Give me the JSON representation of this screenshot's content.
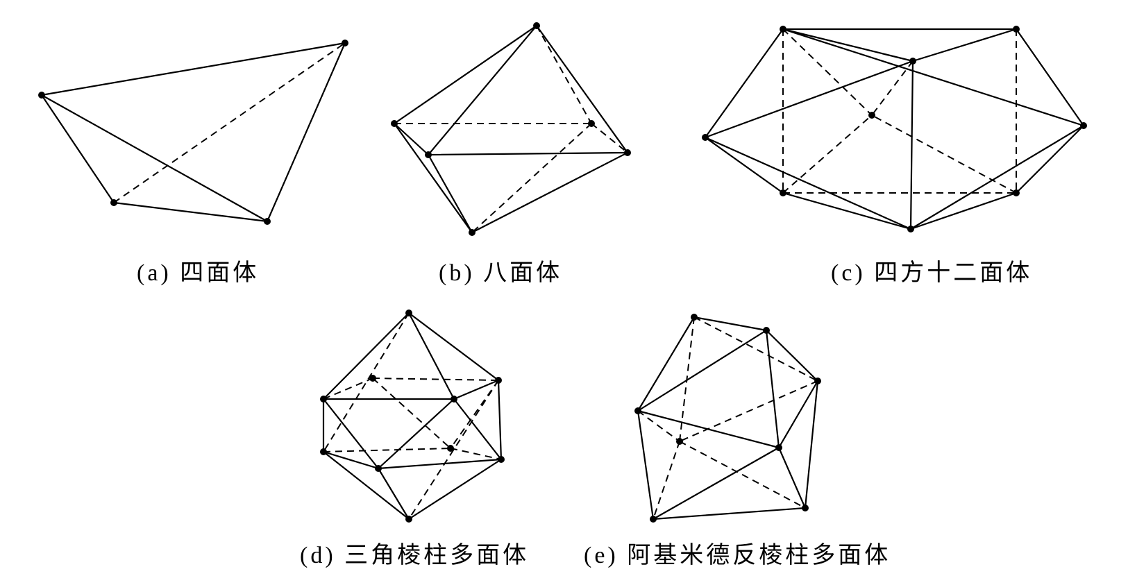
{
  "figure": {
    "panels": [
      {
        "id": "a",
        "caption": "(a) 四面体"
      },
      {
        "id": "b",
        "caption": "(b) 八面体"
      },
      {
        "id": "c",
        "caption": "(c) 四方十二面体"
      },
      {
        "id": "d",
        "caption": "(d) 三角棱柱多面体"
      },
      {
        "id": "e",
        "caption": "(e) 阿基米德反棱柱多面体"
      }
    ]
  }
}
